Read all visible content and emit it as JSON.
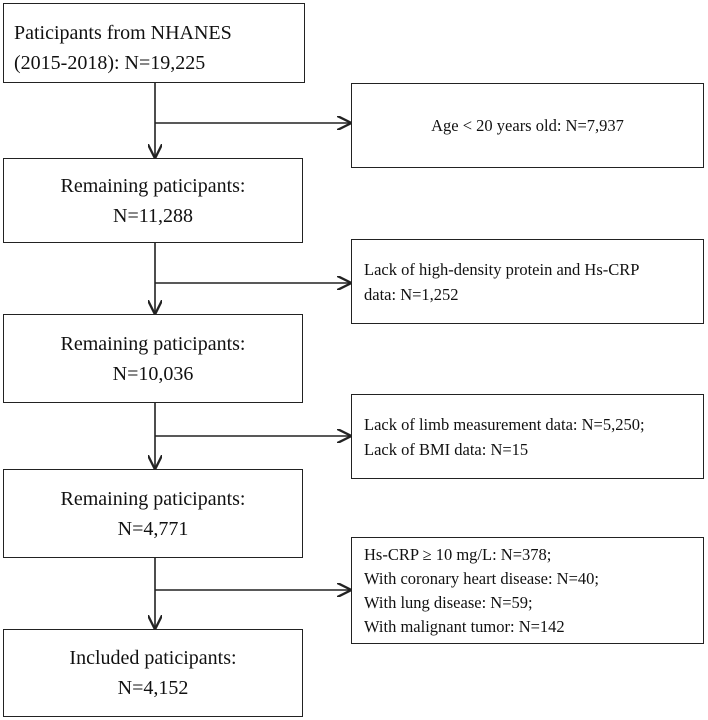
{
  "flowchart": {
    "main_boxes": [
      {
        "lines": [
          "Paticipants from NHANES",
          "(2015-2018): N=19,225"
        ]
      },
      {
        "lines": [
          "Remaining paticipants:",
          "N=11,288"
        ]
      },
      {
        "lines": [
          "Remaining paticipants:",
          "N=10,036"
        ]
      },
      {
        "lines": [
          "Remaining paticipants:",
          "N=4,771"
        ]
      },
      {
        "lines": [
          "Included paticipants:",
          "N=4,152"
        ]
      }
    ],
    "exclusion_boxes": [
      {
        "lines": [
          "Age  <  20 years old: N=7,937"
        ]
      },
      {
        "lines": [
          "Lack of high-density protein and Hs-CRP",
          "data: N=1,252"
        ]
      },
      {
        "lines": [
          "Lack of limb measurement data: N=5,250;",
          "Lack of BMI data: N=15"
        ]
      },
      {
        "lines": [
          "Hs-CRP ≥ 10 mg/L: N=378;",
          "With coronary heart disease: N=40;",
          "With lung disease: N=59;",
          "With malignant tumor: N=142"
        ]
      }
    ]
  }
}
